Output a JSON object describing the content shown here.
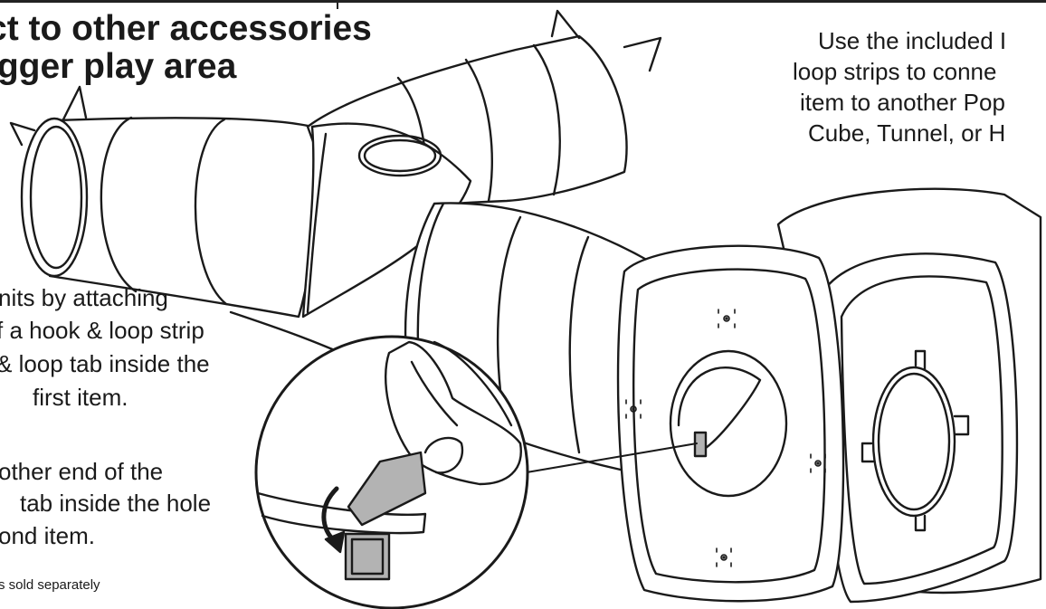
{
  "heading": {
    "line1": "ct to other accessories",
    "line2": "igger play area"
  },
  "right_text": [
    "Use the included I",
    "loop strips to conne",
    "item to another Pop",
    "Cube, Tunnel, or H"
  ],
  "step1_text": [
    "nits by attaching",
    "f a hook & loop strip",
    "& loop tab inside the",
    "first item."
  ],
  "step2_text": [
    "other end of the",
    "tab inside the hole",
    "ond item."
  ],
  "footnote": "s sold separately",
  "illustration": {
    "items": [
      "y-tunnel",
      "play-cube",
      "hook-and-loop-strip"
    ],
    "line_color": "#1a1a1a",
    "strip_fill": "#b3b3b3"
  }
}
